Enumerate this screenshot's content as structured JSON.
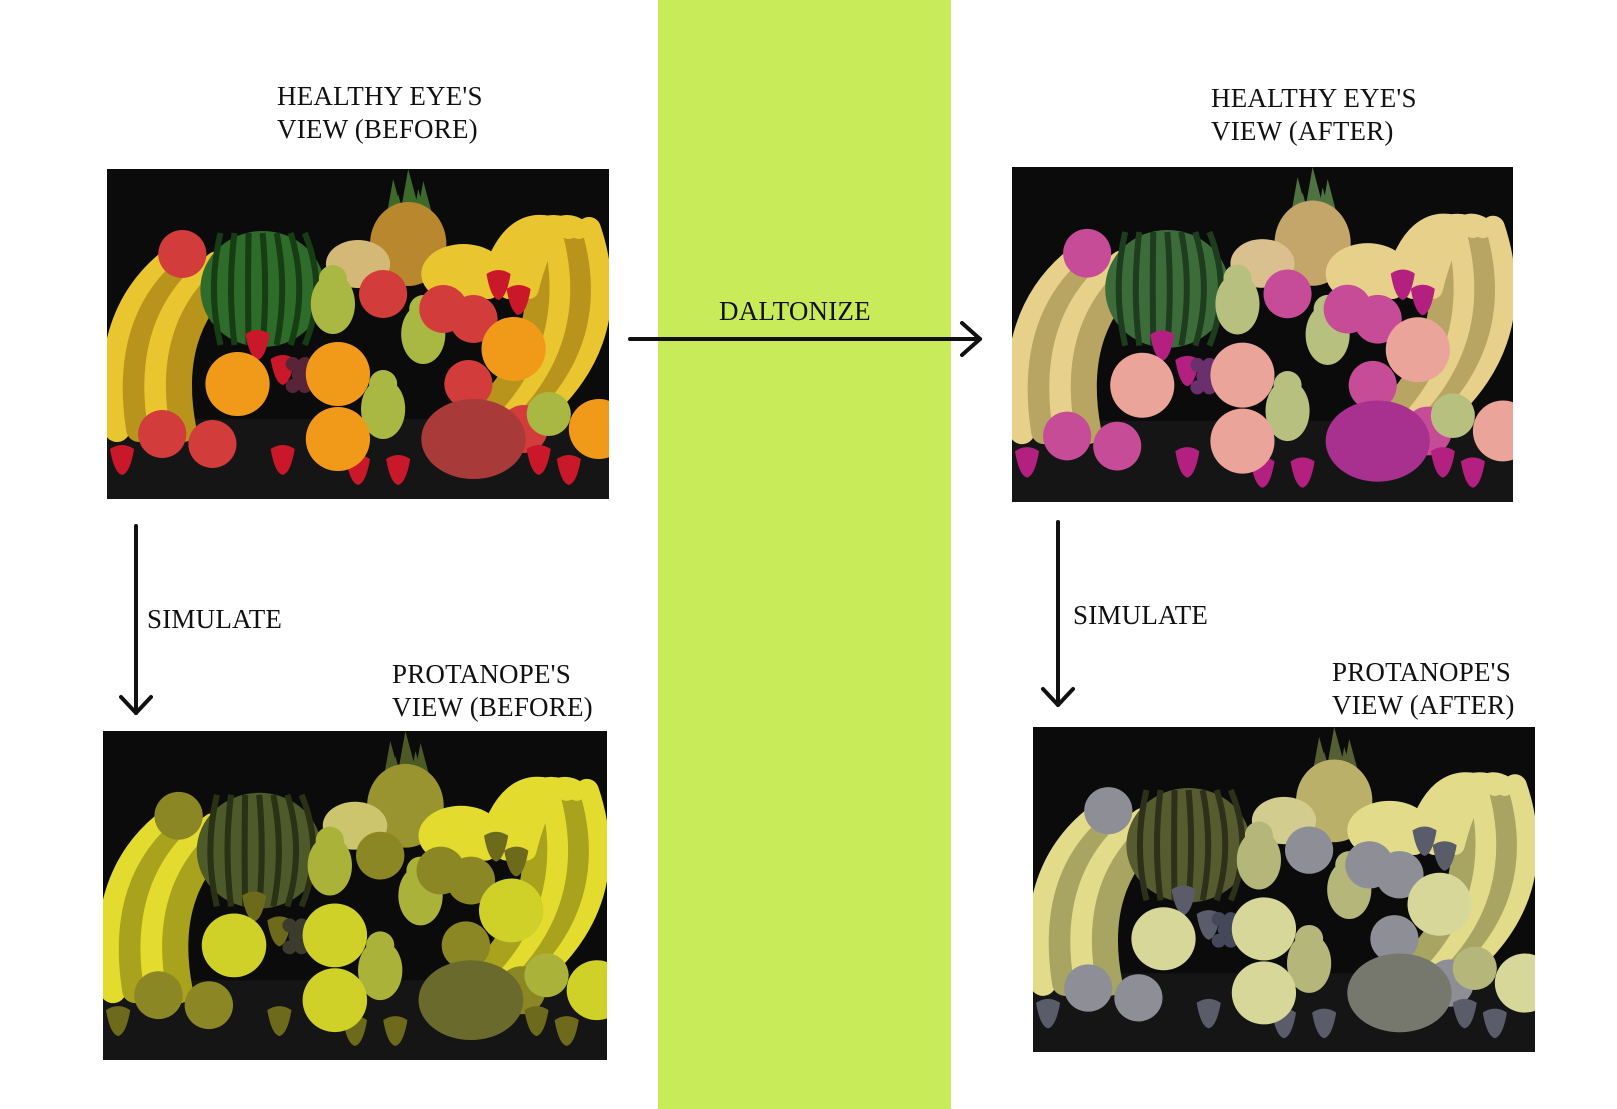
{
  "colors": {
    "band": "#c8eb5a",
    "ink": "#111111",
    "background": "#ffffff"
  },
  "labels": {
    "healthy_before_line1": "HEALTHY EYE'S",
    "healthy_before_line2": "VIEW (BEFORE)",
    "healthy_after_line1": "HEALTHY EYE'S",
    "healthy_after_line2": "VIEW (AFTER)",
    "protanope_before_line1": "PROTANOPE'S",
    "protanope_before_line2": "VIEW (BEFORE)",
    "protanope_after_line1": "PROTANOPE'S",
    "protanope_after_line2": "VIEW (AFTER)",
    "daltonize": "DALTONIZE",
    "simulate_left": "SIMULATE",
    "simulate_right": "SIMULATE"
  },
  "images": [
    {
      "id": "healthy-before",
      "subject": "fruit arrangement",
      "palette": "original"
    },
    {
      "id": "healthy-after",
      "subject": "fruit arrangement",
      "palette": "daltonized"
    },
    {
      "id": "protanope-before",
      "subject": "fruit arrangement",
      "palette": "protanope-simulated"
    },
    {
      "id": "protanope-after",
      "subject": "fruit arrangement",
      "palette": "protanope-simulated-daltonized"
    }
  ]
}
